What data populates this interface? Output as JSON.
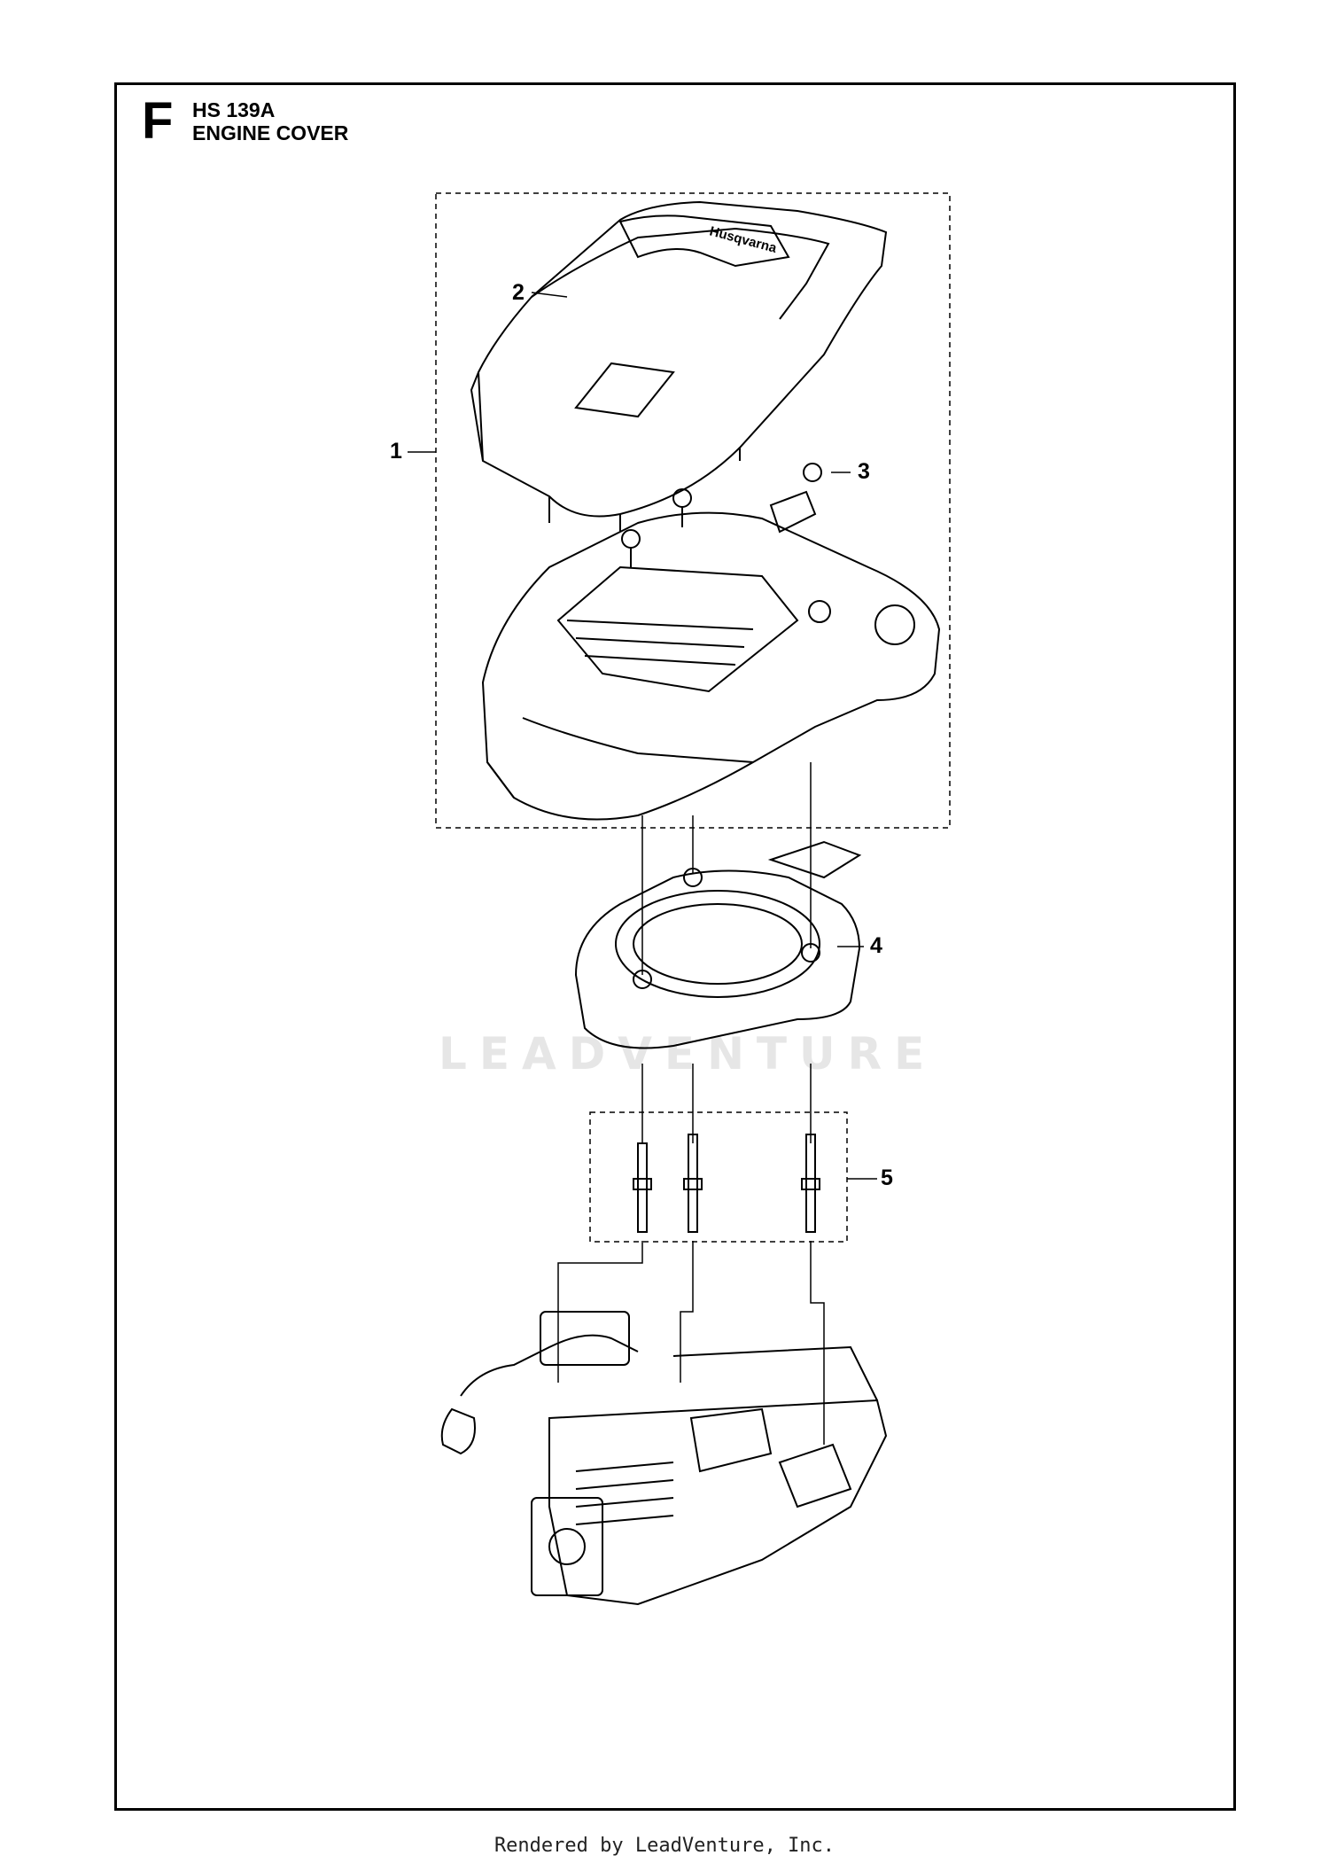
{
  "header": {
    "section_letter": "F",
    "model": "HS 139A",
    "title": "ENGINE COVER"
  },
  "callouts": [
    "1",
    "2",
    "3",
    "4",
    "5"
  ],
  "brand_logo_text": "Husqvarna",
  "watermark": "LEADVENTURE",
  "footer": "Rendered by LeadVenture, Inc."
}
